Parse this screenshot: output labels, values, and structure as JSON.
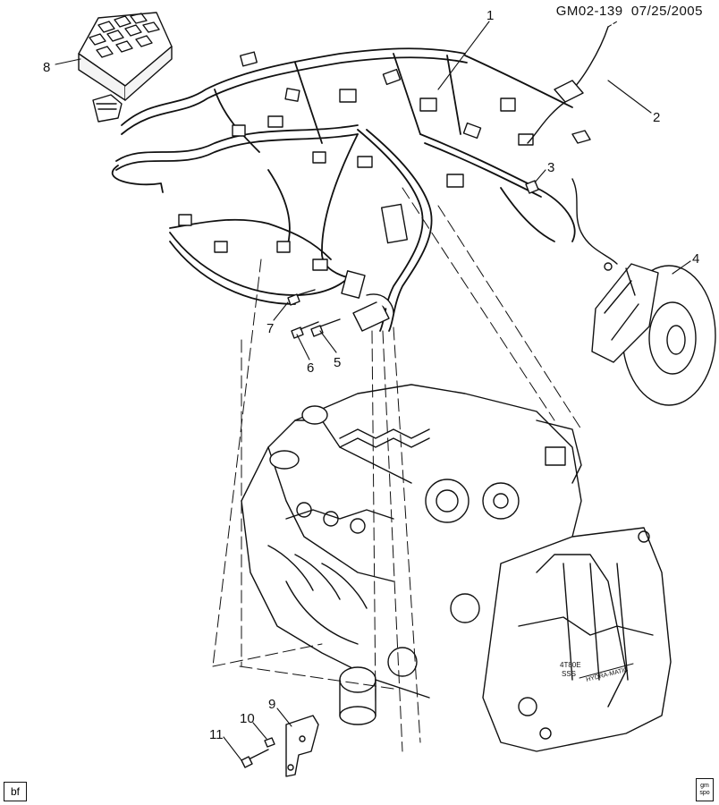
{
  "header": {
    "diagram_id": "GM02-139",
    "date": "07/25/2005"
  },
  "callouts": [
    {
      "id": "1",
      "label": "1"
    },
    {
      "id": "2",
      "label": "2"
    },
    {
      "id": "3",
      "label": "3"
    },
    {
      "id": "4",
      "label": "4"
    },
    {
      "id": "5",
      "label": "5"
    },
    {
      "id": "6",
      "label": "6"
    },
    {
      "id": "7",
      "label": "7"
    },
    {
      "id": "8",
      "label": "8"
    },
    {
      "id": "9",
      "label": "9"
    },
    {
      "id": "10",
      "label": "10"
    },
    {
      "id": "11",
      "label": "11"
    }
  ],
  "transmission_labels": {
    "model": "4T80E",
    "code": "SSS",
    "brand": "HYDRA-MATIC"
  },
  "footer": {
    "artist_tag": "bf",
    "logo_line1": "gm",
    "logo_line2": "spo"
  },
  "colors": {
    "line": "#111111",
    "background": "#ffffff"
  }
}
